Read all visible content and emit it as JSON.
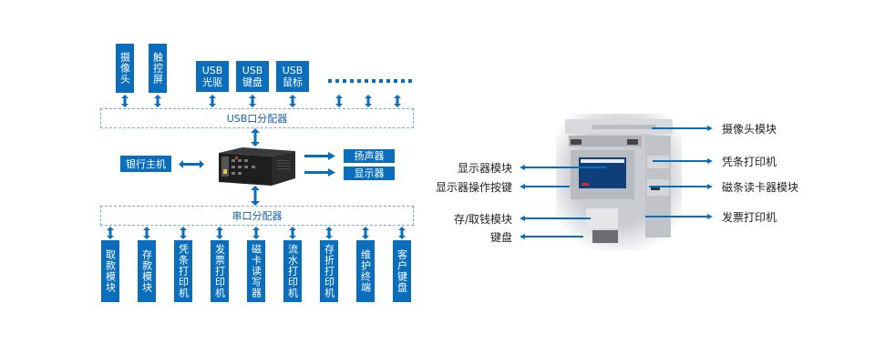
{
  "colors": {
    "accent": "#0a6ebd",
    "hub_border": "#7aa8d4",
    "hub_text": "#1a62a8"
  },
  "left_diagram": {
    "usb_top_tall": [
      {
        "label": "摄像头"
      },
      {
        "label": "触控屏"
      }
    ],
    "usb_top_boxes": [
      {
        "label": "USB\n光驱",
        "line1": "USB",
        "line2": "光驱"
      },
      {
        "label": "USB\n键盘",
        "line1": "USB",
        "line2": "键盘"
      },
      {
        "label": "USB\n鼠标",
        "line1": "USB",
        "line2": "鼠标"
      }
    ],
    "usb_hub": "USB口分配器",
    "host": "银行主机",
    "host_image": "pc-case-icon",
    "outputs": [
      "扬声器",
      "显示器"
    ],
    "serial_hub": "串口分配器",
    "serial_devices": [
      "取款模块",
      "存款模块",
      "凭条打印机",
      "发票打印机",
      "磁卡读写器",
      "流水打印机",
      "存折打印机",
      "维护终端",
      "客户键盘"
    ]
  },
  "right_diagram": {
    "image": "atm-machine-icon",
    "left_labels": [
      "显示器模块",
      "显示器操作按键",
      "存/取钱模块",
      "键盘"
    ],
    "right_labels": [
      "摄像头模块",
      "凭条打印机",
      "磁条读卡器模块",
      "发票打印机"
    ]
  }
}
